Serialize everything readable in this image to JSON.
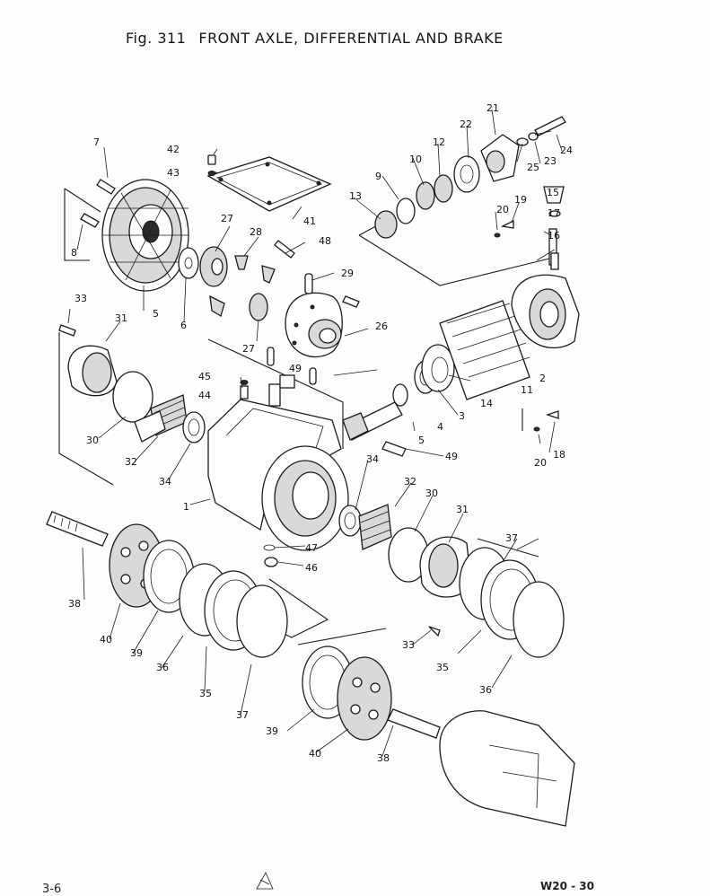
{
  "header": {
    "fig": "Fig. 311",
    "title": "FRONT AXLE, DIFFERENTIAL AND BRAKE"
  },
  "footer": {
    "page": "3-6",
    "code": "W20 - 30"
  },
  "callouts": {
    "c1": "1",
    "c2": "2",
    "c3": "3",
    "c4": "4",
    "c5a": "5",
    "c5b": "5",
    "c6": "6",
    "c7": "7",
    "c8": "8",
    "c9": "9",
    "c10": "10",
    "c11": "11",
    "c12": "12",
    "c13": "13",
    "c14": "14",
    "c15": "15",
    "c16": "16",
    "c17": "17",
    "c18": "18",
    "c19": "19",
    "c20a": "20",
    "c20b": "20",
    "c21": "21",
    "c22": "22",
    "c23": "23",
    "c24": "24",
    "c25": "25",
    "c26": "26",
    "c27a": "27",
    "c27b": "27",
    "c28": "28",
    "c29": "29",
    "c30a": "30",
    "c30b": "30",
    "c31a": "31",
    "c31b": "31",
    "c32a": "32",
    "c32b": "32",
    "c33a": "33",
    "c33b": "33",
    "c34a": "34",
    "c34b": "34",
    "c35a": "35",
    "c35b": "35",
    "c36a": "36",
    "c36b": "36",
    "c37a": "37",
    "c37b": "37",
    "c38a": "38",
    "c38b": "38",
    "c39a": "39",
    "c39b": "39",
    "c40a": "40",
    "c40b": "40",
    "c41": "41",
    "c42": "42",
    "c43": "43",
    "c44": "44",
    "c45": "45",
    "c46": "46",
    "c47": "47",
    "c48": "48",
    "c49a": "49",
    "c49b": "49"
  }
}
